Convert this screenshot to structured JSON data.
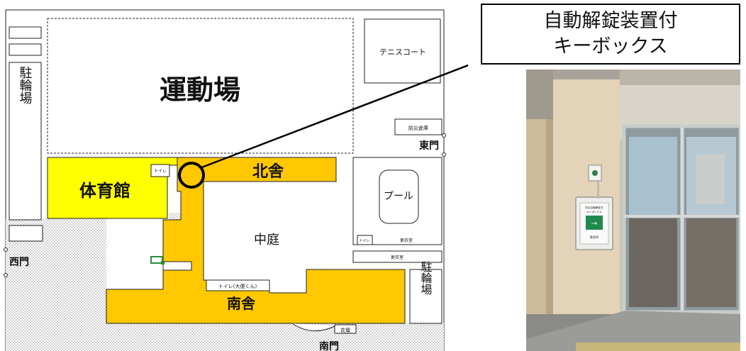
{
  "map": {
    "sports_ground": "運動場",
    "tennis_court": "テニスコート",
    "bicycle_parking_west": "駐輪場",
    "bicycle_parking_east": "駐輪場",
    "disaster_storage": "防災倉庫",
    "east_gate": "東門",
    "west_gate": "西門",
    "south_gate": "南門",
    "gymnasium": "体育館",
    "gym_toilet": "トイレ",
    "north_building": "北舎",
    "south_building": "南舎",
    "courtyard": "中庭",
    "pool": "プール",
    "pool_toilet": "トイレ",
    "changing_room_1": "更衣室",
    "changing_room_2": "更衣室",
    "south_toilet": "トイレ(大便くん)",
    "flowerbed": "花壇"
  },
  "callout": {
    "line1": "自動解錠装置付",
    "line2": "キーボックス"
  },
  "photo": {
    "keybox_line1": "防災自動解錠式",
    "keybox_line2": "キーボックス",
    "keybox_line3": "緊急時"
  },
  "colors": {
    "gym": "#ffff00",
    "building": "#ffc800",
    "outline": "#000000"
  }
}
